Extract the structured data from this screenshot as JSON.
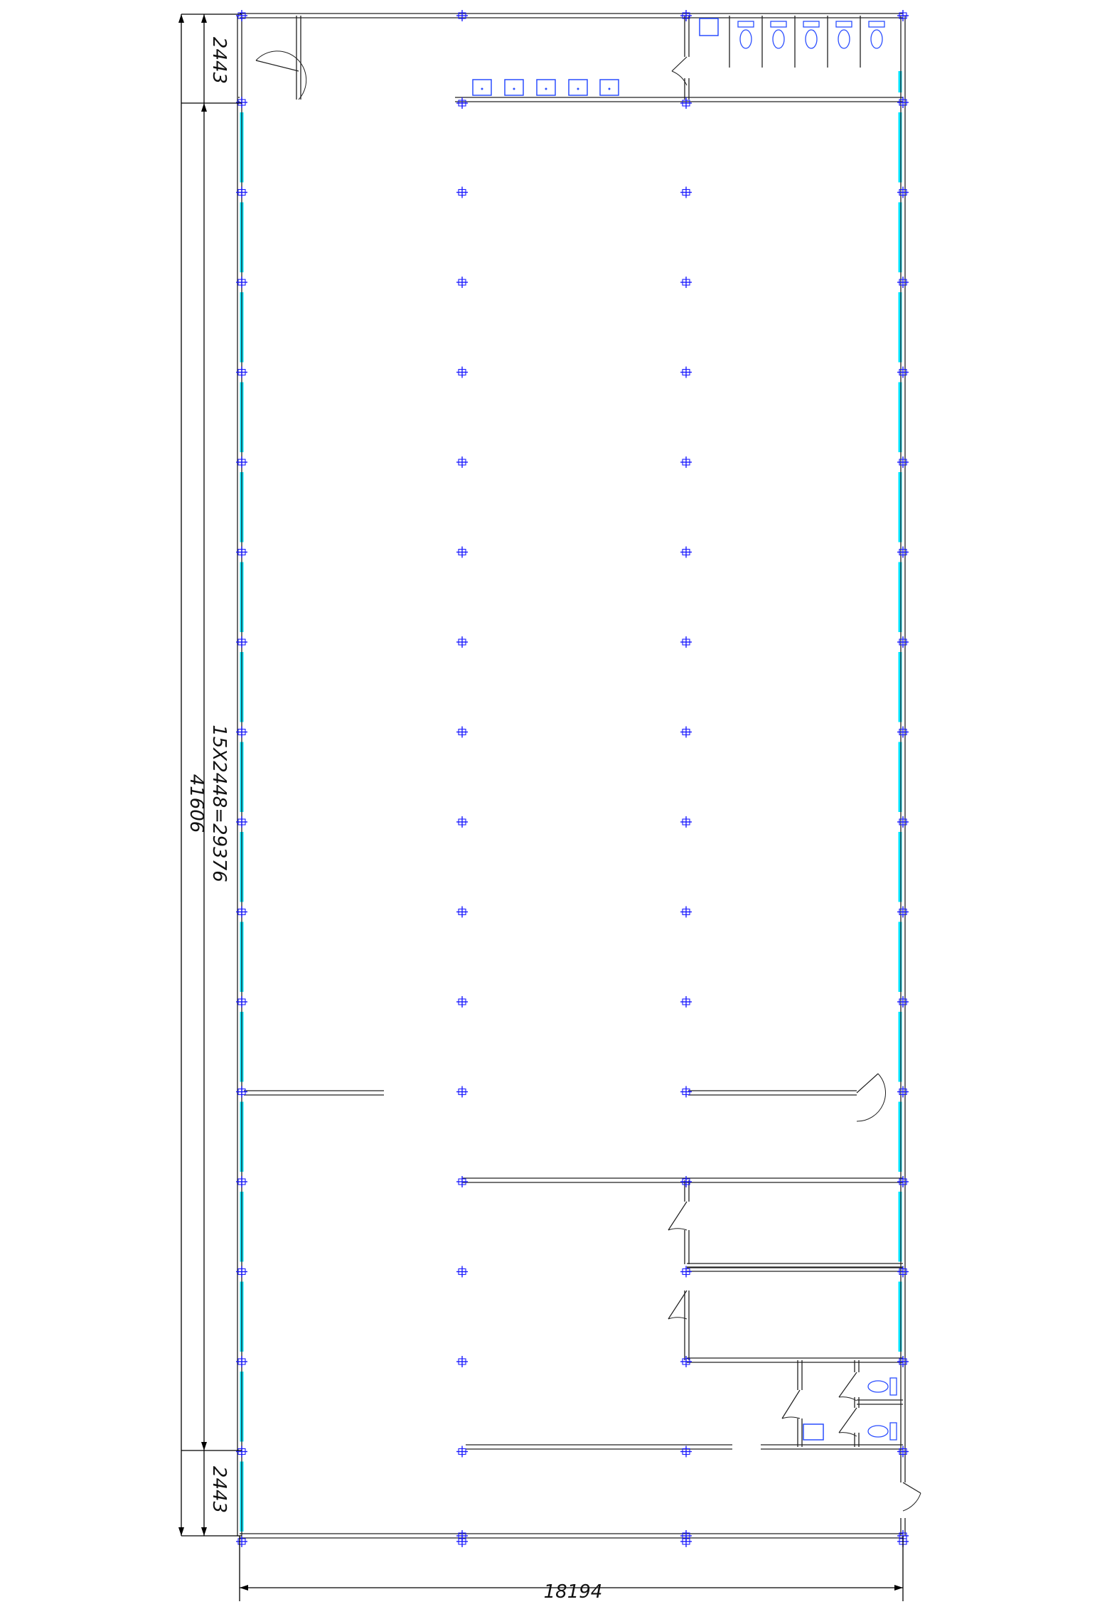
{
  "drawing": {
    "dimensions": {
      "top_bay": "2443",
      "middle_bays": "15X2448=29376",
      "overall_length": "41606",
      "bottom_bay": "2443",
      "overall_width": "18194"
    },
    "colors": {
      "wall": "#202020",
      "column": "#1a1aff",
      "fixture": "#2a4dff",
      "window": "#00e5ff",
      "dimension": "#000000"
    },
    "icons": {
      "column": "column-cross-icon",
      "toilet": "toilet-icon",
      "sink": "sink-icon",
      "door": "door-swing-icon"
    }
  }
}
